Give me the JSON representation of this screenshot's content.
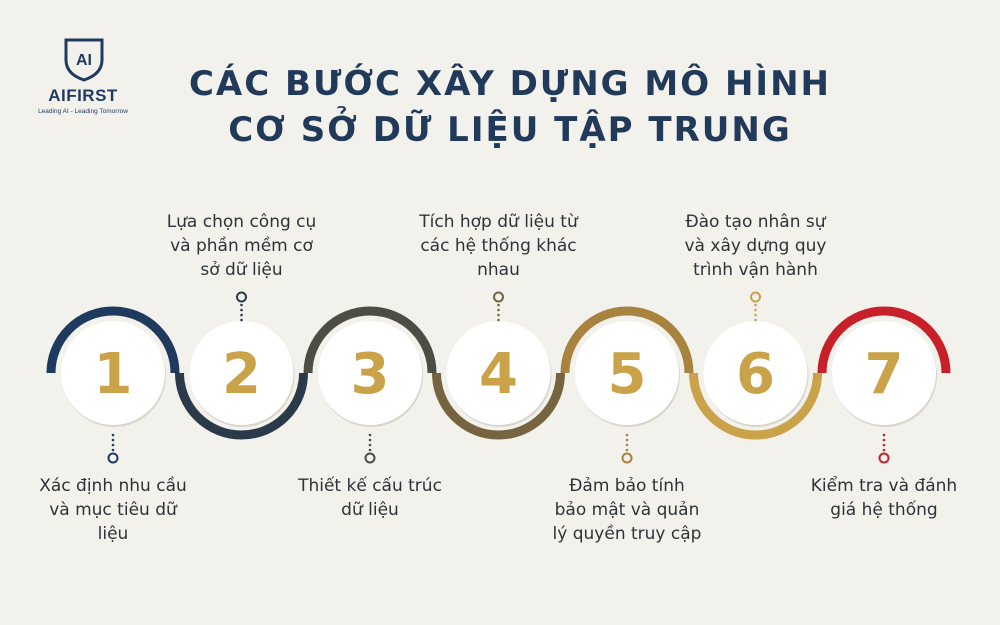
{
  "brand": {
    "name": "AIFIRST",
    "tagline": "Leading AI - Leading Tomorrow",
    "logo_mark": "AI"
  },
  "title": {
    "line1": "CÁC BƯỚC XÂY DỰNG MÔ HÌNH",
    "line2": "CƠ SỞ DỮ LIỆU TẬP TRUNG"
  },
  "colors": {
    "background": "#f3f1ec",
    "number": "#c9a24a",
    "navy": "#1f3a5f",
    "gray": "#4d4d46",
    "gold": "#a8823f",
    "red": "#c8202a"
  },
  "steps": [
    {
      "number": "1",
      "label": "Xác định nhu cầu và mục tiêu dữ liệu",
      "position": "bottom",
      "arc": "top",
      "color": "#1f3a5f"
    },
    {
      "number": "2",
      "label": "Lựa chọn công cụ và phần mềm cơ sở dữ liệu",
      "position": "top",
      "arc": "bottom",
      "color": "#2a3a4a"
    },
    {
      "number": "3",
      "label": "Thiết kế cấu trúc dữ liệu",
      "position": "bottom",
      "arc": "top",
      "color": "#4d4d46"
    },
    {
      "number": "4",
      "label": "Tích hợp dữ liệu từ các hệ thống khác nhau",
      "position": "top",
      "arc": "bottom",
      "color": "#75643f"
    },
    {
      "number": "5",
      "label": "Đảm bảo tính bảo mật và quản lý quyền truy cập",
      "position": "bottom",
      "arc": "top",
      "color": "#a8823f"
    },
    {
      "number": "6",
      "label": "Đào tạo nhân sự và xây dựng quy trình vận hành",
      "position": "top",
      "arc": "bottom",
      "color": "#c9a24a"
    },
    {
      "number": "7",
      "label": "Kiểm tra và đánh giá hệ thống",
      "position": "bottom",
      "arc": "top",
      "color": "#c8202a"
    }
  ]
}
